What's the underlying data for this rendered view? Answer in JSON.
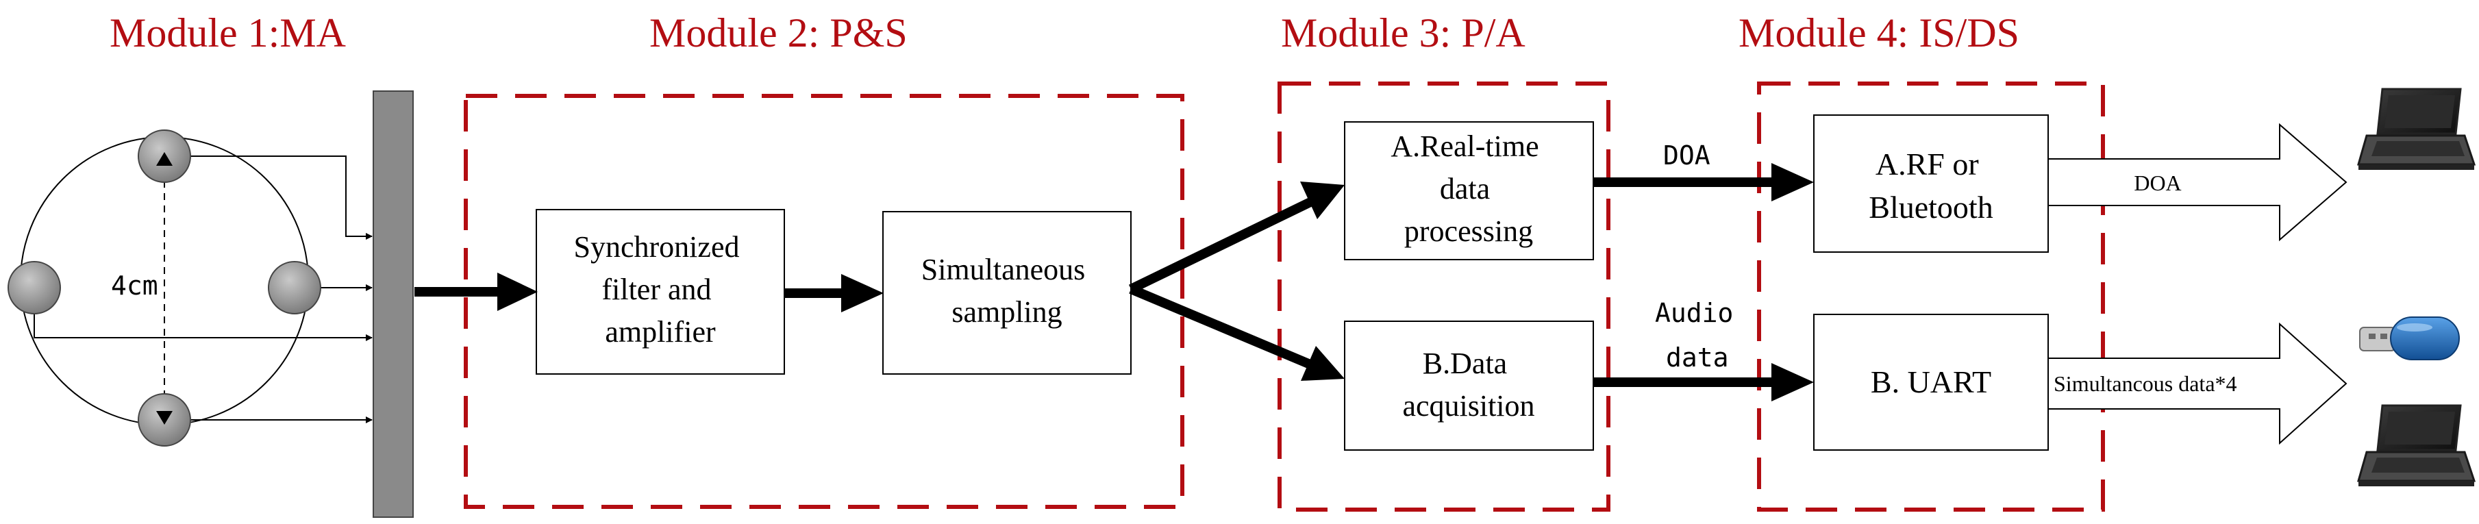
{
  "modules": {
    "m1": "Module 1:MA",
    "m2": "Module 2: P&S",
    "m3": "Module 3: P/A",
    "m4": "Module 4: IS/DS"
  },
  "mic_array": {
    "spacing_label": "4cm"
  },
  "blocks": {
    "filter": [
      "Synchronized",
      "filter and",
      "amplifier"
    ],
    "sampling": [
      "Simultaneous",
      "sampling"
    ],
    "realtime": [
      "A.Real-time",
      "data",
      "processing"
    ],
    "acquisition": [
      "B.Data",
      "acquisition"
    ],
    "rf": [
      "A.RF or",
      "Bluetooth"
    ],
    "uart": [
      "B. UART"
    ]
  },
  "links": {
    "doa_label": "DOA",
    "audio_label": [
      "Audio",
      "data"
    ],
    "doa_output": "DOA",
    "sim_output": "Simultancous data*4"
  },
  "icons": [
    "laptop-icon",
    "usb-drive-icon",
    "laptop-icon"
  ],
  "colors": {
    "module_red": "#b30d12",
    "line": "#000000",
    "mic_fill": "#9b9b9b",
    "bar_fill": "#8a8a8a",
    "usb_blue": "#1f6fc0"
  }
}
